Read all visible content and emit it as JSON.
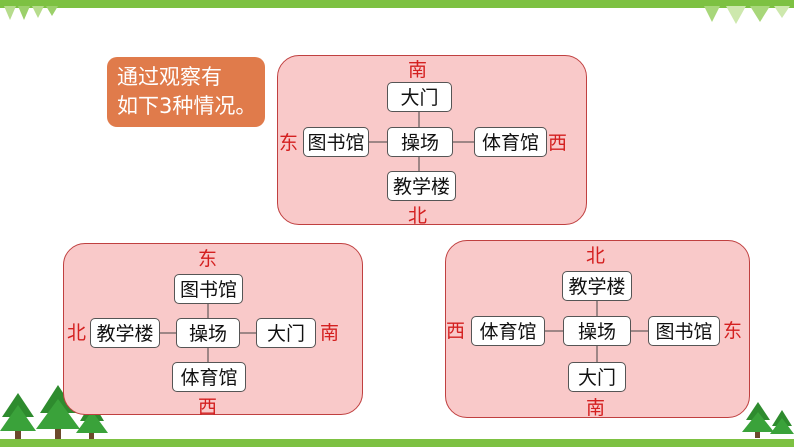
{
  "callout": {
    "line1": "通过观察有",
    "line2": "如下3种情况。"
  },
  "colors": {
    "accent_green": "#7dc142",
    "callout_orange": "#e07b4b",
    "panel_pink": "#f9c9c9",
    "direction_red": "#d42020"
  },
  "diagrams": [
    {
      "directions": {
        "top": "南",
        "bottom": "北",
        "left": "东",
        "right": "西"
      },
      "nodes": {
        "center": "操场",
        "top": "大门",
        "bottom": "教学楼",
        "left": "图书馆",
        "right": "体育馆"
      }
    },
    {
      "directions": {
        "top": "东",
        "bottom": "西",
        "left": "北",
        "right": "南"
      },
      "nodes": {
        "center": "操场",
        "top": "图书馆",
        "bottom": "体育馆",
        "left": "教学楼",
        "right": "大门"
      }
    },
    {
      "directions": {
        "top": "北",
        "bottom": "南",
        "left": "西",
        "right": "东"
      },
      "nodes": {
        "center": "操场",
        "top": "教学楼",
        "bottom": "大门",
        "left": "体育馆",
        "right": "图书馆"
      }
    }
  ]
}
